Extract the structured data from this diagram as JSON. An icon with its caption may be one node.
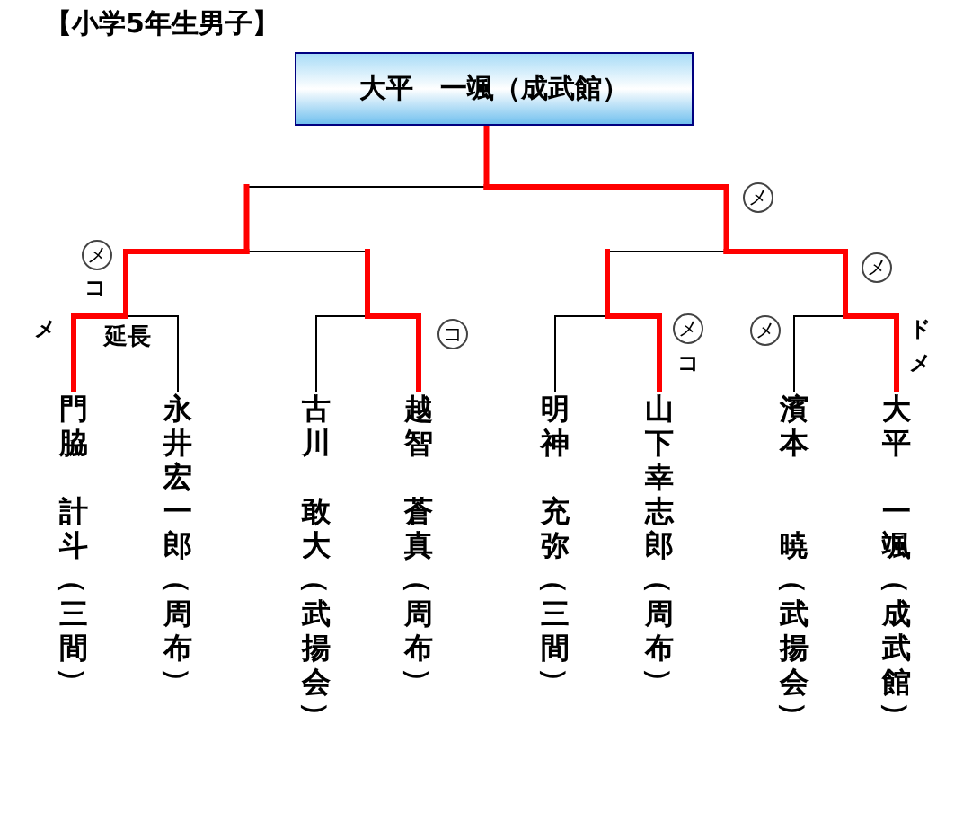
{
  "diagram": {
    "title": "【小学5年生男子】",
    "nodes": [
      {
        "text": [
          "大平　一颯（成武館）"
        ]
      },
      {
        "text": [
          "門脇",
          "計斗（三間）"
        ]
      },
      {
        "text": [
          "永井宏一郎（周布）"
        ]
      },
      {
        "text": [
          "古川",
          "敢大（武揚会）"
        ]
      },
      {
        "text": [
          "越智",
          "蒼真（周布）"
        ]
      },
      {
        "text": [
          "明神",
          "充弥（三間）"
        ]
      },
      {
        "text": [
          "山下幸志郎（周布）"
        ]
      },
      {
        "text": [
          "濱本",
          "暁（武揚会）"
        ]
      },
      {
        "text": [
          "大平",
          "一颯（成武館）"
        ]
      }
    ],
    "edges": [
      {
        "from": 1,
        "to": 0,
        "arrow": "none"
      },
      {
        "from": 2,
        "to": 0,
        "arrow": "none"
      },
      {
        "from": 3,
        "to": 0,
        "arrow": "none"
      },
      {
        "from": 4,
        "to": 0,
        "arrow": "none"
      },
      {
        "from": 5,
        "to": 0,
        "arrow": "none",
        "color": "#ff0000",
        "style": "thick"
      },
      {
        "from": 6,
        "to": 0,
        "arrow": "none",
        "color": "#ff0000",
        "style": "thick"
      },
      {
        "from": 7,
        "to": 0,
        "arrow": "none",
        "color": "#ff0000",
        "style": "thick"
      },
      {
        "from": 8,
        "to": 0,
        "arrow": "none",
        "color": "#ff0000",
        "style": "thick"
      }
    ],
    "labels": [
      "メ",
      "メ",
      "コ",
      "メ",
      "メ",
      "延長",
      "コ",
      "メ",
      "コ",
      "メ",
      "ドメ"
    ]
  }
}
